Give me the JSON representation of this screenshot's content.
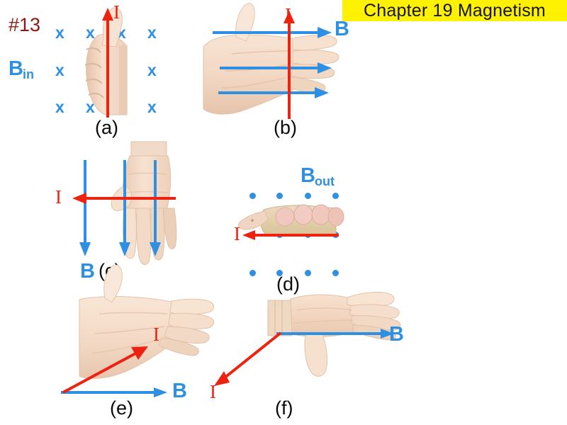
{
  "title": {
    "text": "Chapter 19 Magnetism",
    "background_color": "#FFF200",
    "text_color": "#141414"
  },
  "colors": {
    "field_blue": "#2E90E2",
    "current_red": "#EE2211",
    "problem_red": "#8C1A10",
    "panel_label_black": "#0A0A0A",
    "banner_yellow": "#FFF200",
    "skin_light": "#F6DCC9",
    "skin_mid": "#E9C3AC",
    "skin_shadow": "#D4A88E"
  },
  "problem_number": "#13",
  "panels": [
    {
      "id": "a",
      "label": "(a)",
      "field_label": "B",
      "field_subscript": "in",
      "field_symbol": "x",
      "field_direction": "into-page",
      "current_label": "I",
      "current_direction": "up",
      "hand_pose": "fist-thumb-up",
      "field_grid_cols": 4,
      "field_grid_rows": 3
    },
    {
      "id": "b",
      "label": "(b)",
      "field_label": "B",
      "field_subscript": "",
      "field_symbol": "arrow",
      "field_direction": "right",
      "current_label": "I",
      "current_direction": "up",
      "hand_pose": "flat-palm-fingers-right",
      "field_arrow_count": 3
    },
    {
      "id": "c",
      "label": "(c)",
      "field_label": "B",
      "field_subscript": "",
      "field_symbol": "arrow",
      "field_direction": "down",
      "current_label": "I",
      "current_direction": "left",
      "hand_pose": "flat-palm-fingers-down",
      "field_arrow_count": 3
    },
    {
      "id": "d",
      "label": "(d)",
      "field_label": "B",
      "field_subscript": "out",
      "field_symbol": "dot",
      "field_direction": "out-of-page",
      "current_label": "I",
      "current_direction": "left",
      "hand_pose": "edge-on-fingers-left",
      "field_grid_cols": 4,
      "field_grid_rows": 3
    },
    {
      "id": "e",
      "label": "(e)",
      "field_label": "B",
      "field_subscript": "",
      "field_symbol": "arrow",
      "field_direction": "right",
      "current_label": "I",
      "current_direction": "up-right-diagonal",
      "hand_pose": "flat-palm-fingers-right",
      "field_arrow_count": 1
    },
    {
      "id": "f",
      "label": "(f)",
      "field_label": "B",
      "field_subscript": "",
      "field_symbol": "arrow",
      "field_direction": "right",
      "current_label": "I",
      "current_direction": "down-left-diagonal",
      "hand_pose": "palm-thumb-down",
      "field_arrow_count": 1
    }
  ]
}
